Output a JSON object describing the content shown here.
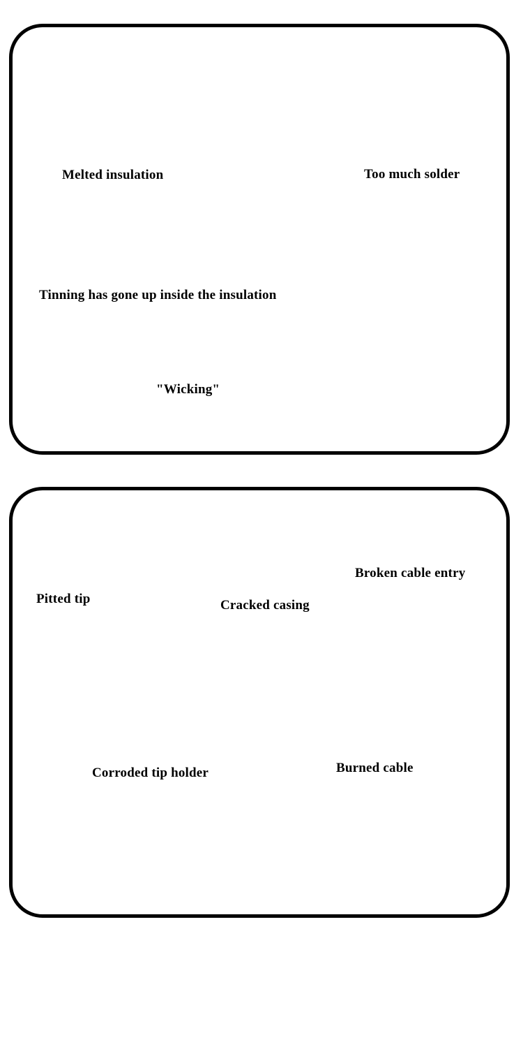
{
  "panels": [
    {
      "id": "wire-faults",
      "labels": {
        "melted_insulation": "Melted  insulation",
        "too_much_solder": "Too much solder",
        "tinning_inside": "Tinning has gone up inside the insulation",
        "wicking": "\"Wicking\""
      },
      "marks": [
        "cross-mark",
        "cross-mark"
      ]
    },
    {
      "id": "iron-faults",
      "labels": {
        "pitted_tip": "Pitted tip",
        "cracked_casing": "Cracked casing",
        "broken_cable_entry": "Broken cable entry",
        "corroded_tip_holder": "Corroded tip holder",
        "burned_cable": "Burned cable"
      }
    }
  ],
  "colors": {
    "ink": "#000000",
    "paper": "#ffffff"
  }
}
